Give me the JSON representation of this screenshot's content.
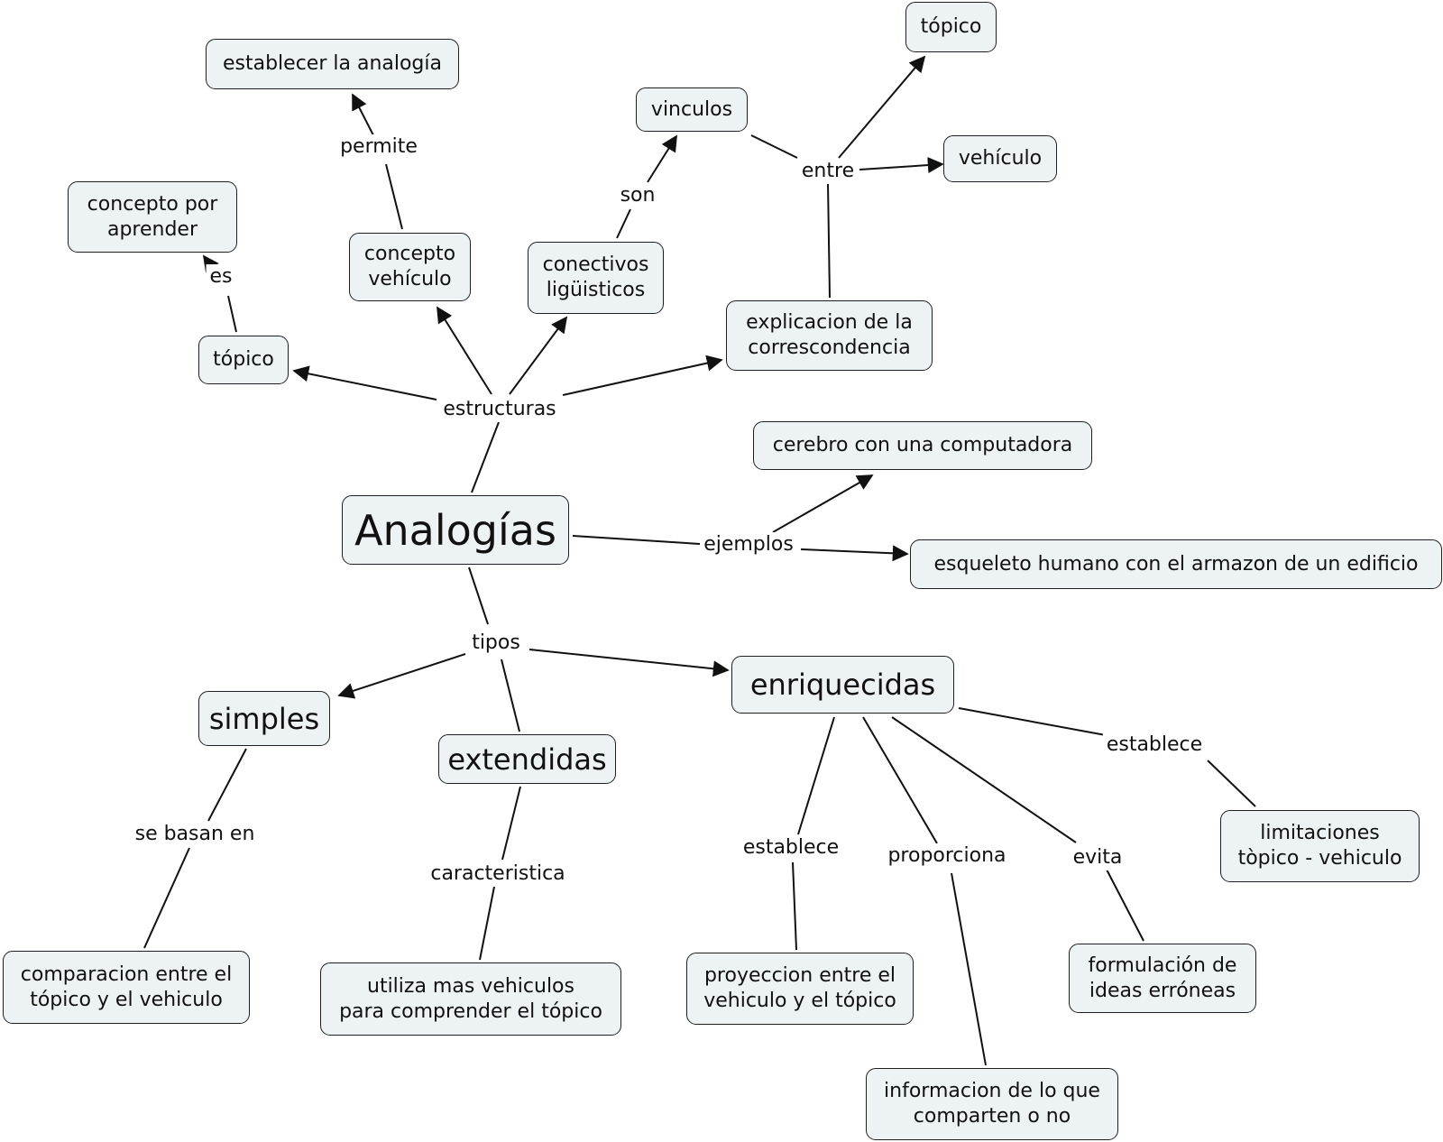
{
  "concepts": {
    "analogias": "Analogías",
    "topico_left": "tópico",
    "concepto_por_aprender": "concepto por\naprender",
    "concepto_vehiculo": "concepto\nvehículo",
    "establecer_analogia": "establecer la analogía",
    "conectivos": "conectivos\nligüisticos",
    "vinculos": "vinculos",
    "explicacion": "explicacion de la\ncorrescondencia",
    "topico_top": "tópico",
    "vehiculo_top": "vehículo",
    "cerebro": "cerebro con una computadora",
    "esqueleto": "esqueleto humano con el armazon de un edificio",
    "simples": "simples",
    "extendidas": "extendidas",
    "enriquecidas": "enriquecidas",
    "comparacion": "comparacion entre el\ntópico y el vehiculo",
    "utiliza": "utiliza mas vehiculos\npara comprender el tópico",
    "proyeccion": "proyeccion entre el\nvehiculo y el tópico",
    "informacion": "informacion de lo que\ncomparten o no",
    "formulacion": "formulación de\nideas erróneas",
    "limitaciones": "limitaciones\ntòpico - vehiculo"
  },
  "links": {
    "estructuras": "estructuras",
    "es": "es",
    "permite": "permite",
    "son": "son",
    "entre": "entre",
    "ejemplos": "ejemplos",
    "tipos": "tipos",
    "se_basan_en": "se basan en",
    "caracteristica": "caracteristica",
    "establece_1": "establece",
    "proporciona": "proporciona",
    "evita": "evita",
    "establece_2": "establece"
  },
  "colors": {
    "node_fill": "#edf3f5",
    "node_border": "#1f1f1f",
    "line": "#111111"
  }
}
